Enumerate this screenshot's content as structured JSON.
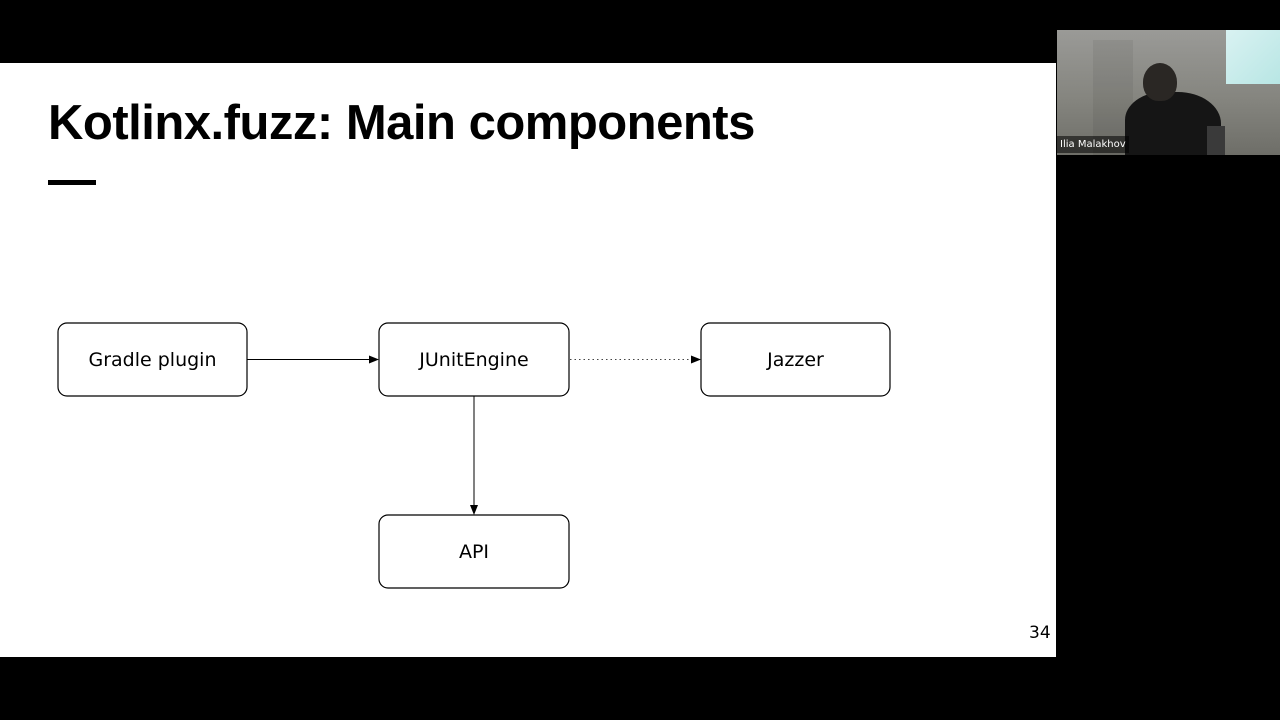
{
  "slide": {
    "title": "Kotlinx.fuzz: Main components",
    "page_number": "34"
  },
  "diagram": {
    "nodes": {
      "gradle_plugin": "Gradle plugin",
      "junit_engine": "JUnitEngine",
      "jazzer": "Jazzer",
      "api": "API"
    },
    "edges": [
      {
        "from": "Gradle plugin",
        "to": "JUnitEngine",
        "style": "solid"
      },
      {
        "from": "JUnitEngine",
        "to": "Jazzer",
        "style": "dotted"
      },
      {
        "from": "JUnitEngine",
        "to": "API",
        "style": "solid"
      }
    ]
  },
  "webcam": {
    "participant_name": "Ilia Malakhov"
  }
}
